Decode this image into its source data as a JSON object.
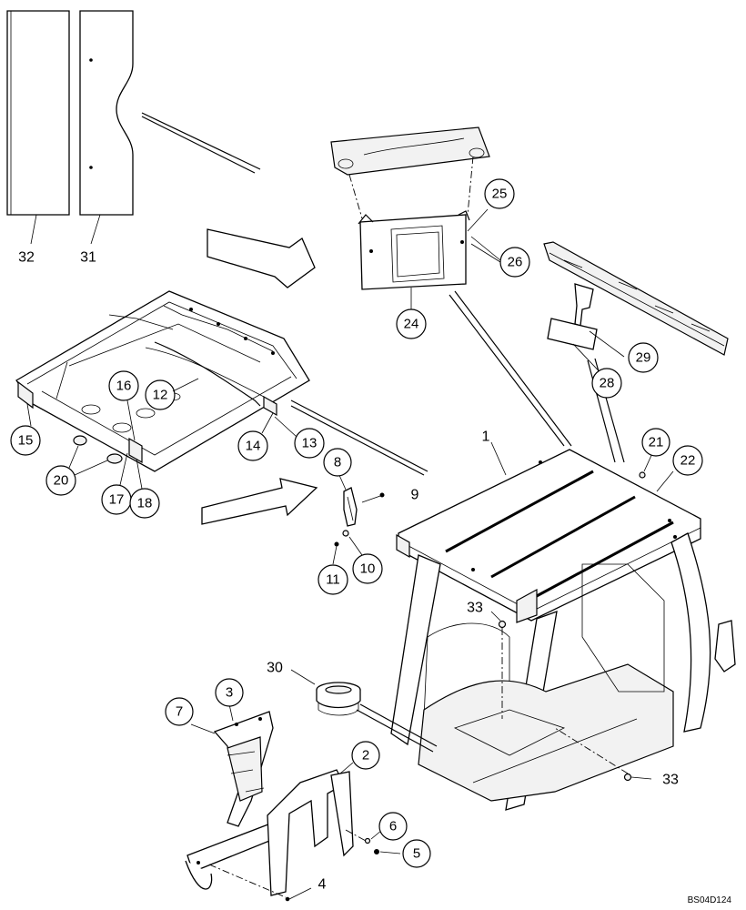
{
  "figure_reference": "BS04D124",
  "callouts": {
    "c1": "1",
    "c2": "2",
    "c3": "3",
    "c4": "4",
    "c5": "5",
    "c6": "6",
    "c7": "7",
    "c8": "8",
    "c9": "9",
    "c10": "10",
    "c11": "11",
    "c12": "12",
    "c13": "13",
    "c14": "14",
    "c15": "15",
    "c16": "16",
    "c17": "17",
    "c18": "18",
    "c20": "20",
    "c21": "21",
    "c22": "22",
    "c24": "24",
    "c25": "25",
    "c26": "26",
    "c28": "28",
    "c29": "29",
    "c30": "30",
    "c31": "31",
    "c32": "32",
    "c33a": "33",
    "c33b": "33"
  }
}
